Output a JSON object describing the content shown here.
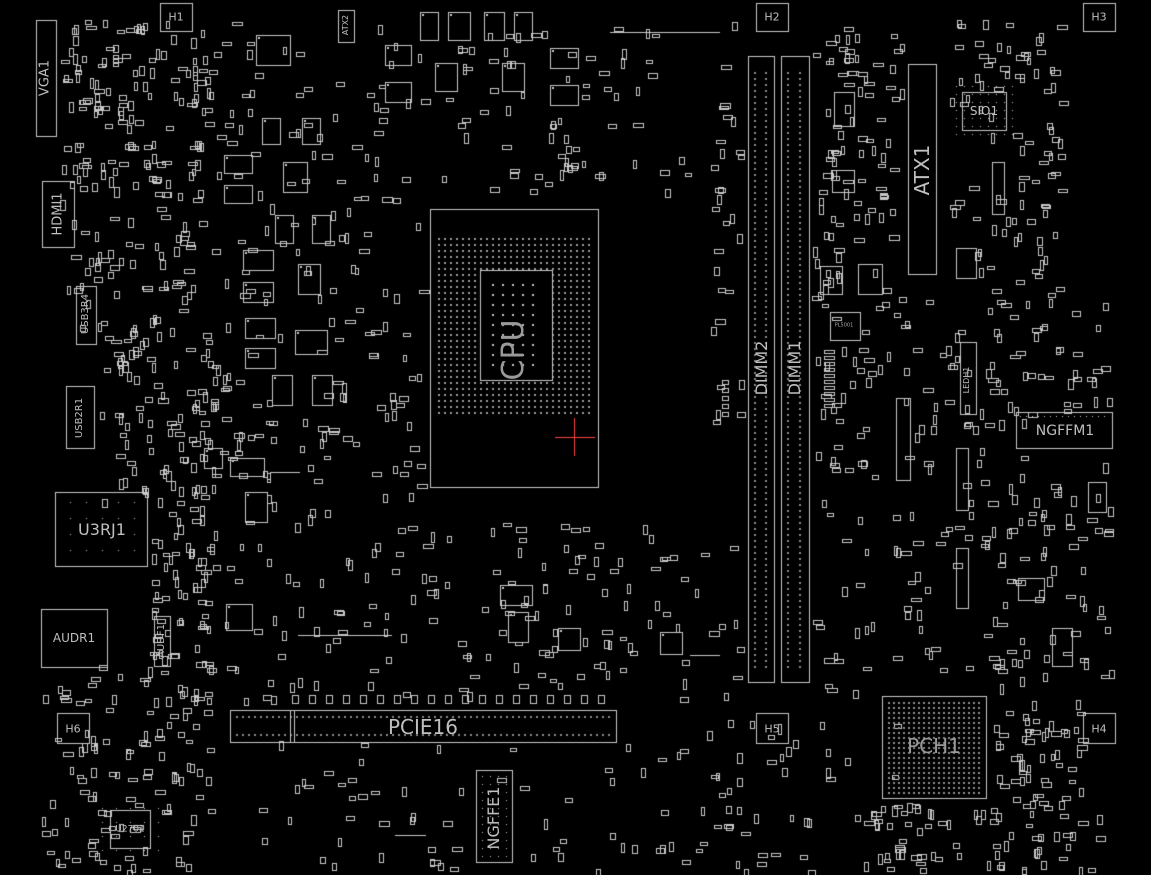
{
  "board": {
    "background": "#000000",
    "line_color": "#c8c8c8",
    "accent_color": "#ff4040"
  },
  "labels": {
    "vga": "VGA1",
    "hdmi": "HDMI1",
    "usb3": "USB3R4",
    "usb2": "USB2R1",
    "u3rj": "U3RJ1",
    "audr": "AUDR1",
    "audf": "AUDF1",
    "u2701": "U2701",
    "h1": "H1",
    "h2": "H2",
    "h3": "H3",
    "h4": "H4",
    "h5": "H5",
    "h6": "H6",
    "atx2": "ATX2",
    "atx1": "ATX1",
    "sio": "SIO1",
    "cpu": "CPU",
    "dimm2": "DIMM2",
    "dimm1": "DIMM1",
    "pcie": "PCIE16",
    "ngffe": "NGFFE1",
    "ngffm": "NGFFM1",
    "pch": "PCH1",
    "ledh": "LEDH1",
    "ps5001": "PL5001"
  }
}
